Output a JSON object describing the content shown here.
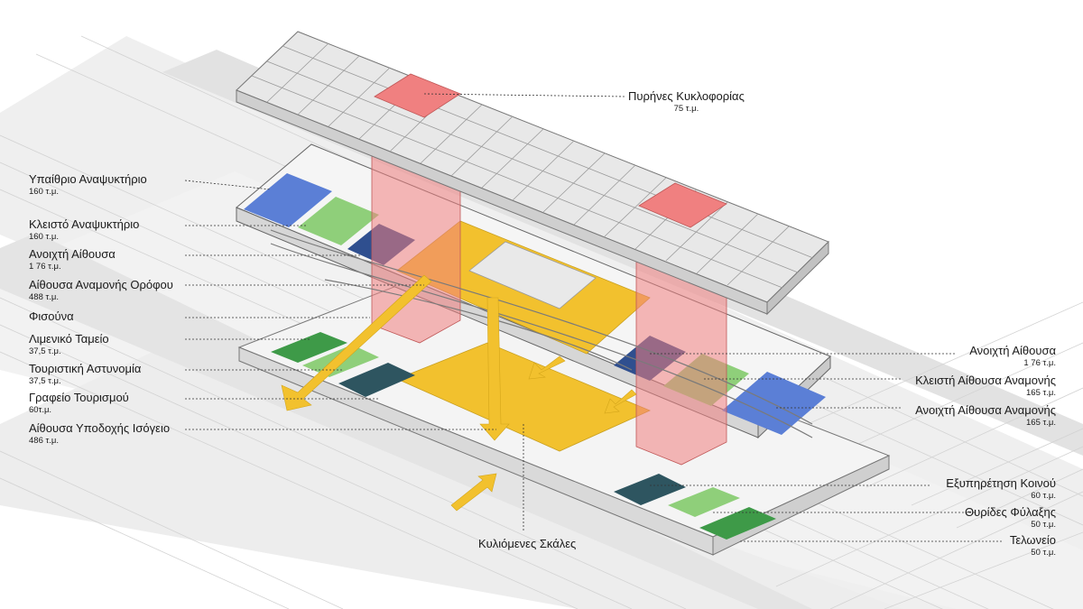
{
  "labels": {
    "roof": {
      "name": "Πυρήνες Κυκλοφορίας",
      "area": "75 τ.μ."
    },
    "left": [
      {
        "name": "Υπαίθριο Αναψυκτήριο",
        "area": "160 τ.μ."
      },
      {
        "name": "Κλειστό Αναψυκτήριο",
        "area": "160 τ.μ."
      },
      {
        "name": "Ανοιχτή Αίθουσα",
        "area": "1 76 τ.μ."
      },
      {
        "name": "Αίθουσα Αναμονής Ορόφου",
        "area": "488 τ.μ."
      },
      {
        "name": "Φισούνα",
        "area": ""
      },
      {
        "name": "Λιμενικό Ταμείο",
        "area": "37,5 τ.μ."
      },
      {
        "name": "Τουριστική Αστυνομία",
        "area": "37,5 τ.μ."
      },
      {
        "name": "Γραφείο Τουρισμού",
        "area": "60τ.μ."
      },
      {
        "name": "Αίθουσα Υποδοχής Ισόγειο",
        "area": "486 τ.μ."
      }
    ],
    "right": [
      {
        "name": "Ανοιχτή Αίθουσα",
        "area": "1 76 τ.μ."
      },
      {
        "name": "Κλειστή Αίθουσα Αναμονής",
        "area": "165 τ.μ."
      },
      {
        "name": "Ανοιχτή Αίθουσα Αναμονής",
        "area": "165 τ.μ."
      },
      {
        "name": "Εξυπηρέτηση Κοινού",
        "area": "60 τ.μ."
      },
      {
        "name": "Θυρίδες Φύλαξης",
        "area": "50 τ.μ."
      },
      {
        "name": "Τελωνείο",
        "area": "50 τ.μ."
      }
    ],
    "escalator": {
      "name": "Κυλιόμενες Σκάλες"
    }
  },
  "colors": {
    "circulation_core": "#f08080",
    "yellow_hall": "#f2c12e",
    "blue_space": "#5b7fd6",
    "navy_space": "#2f4f8f",
    "green_space": "#8fcf7a",
    "dark_green_space": "#3e9a48",
    "teal_space": "#2e5560",
    "roof_glass": "#e6e6e6",
    "roof_frame": "#8a8a8a",
    "ground": "#ececec",
    "grid": "#c8c8c8"
  }
}
